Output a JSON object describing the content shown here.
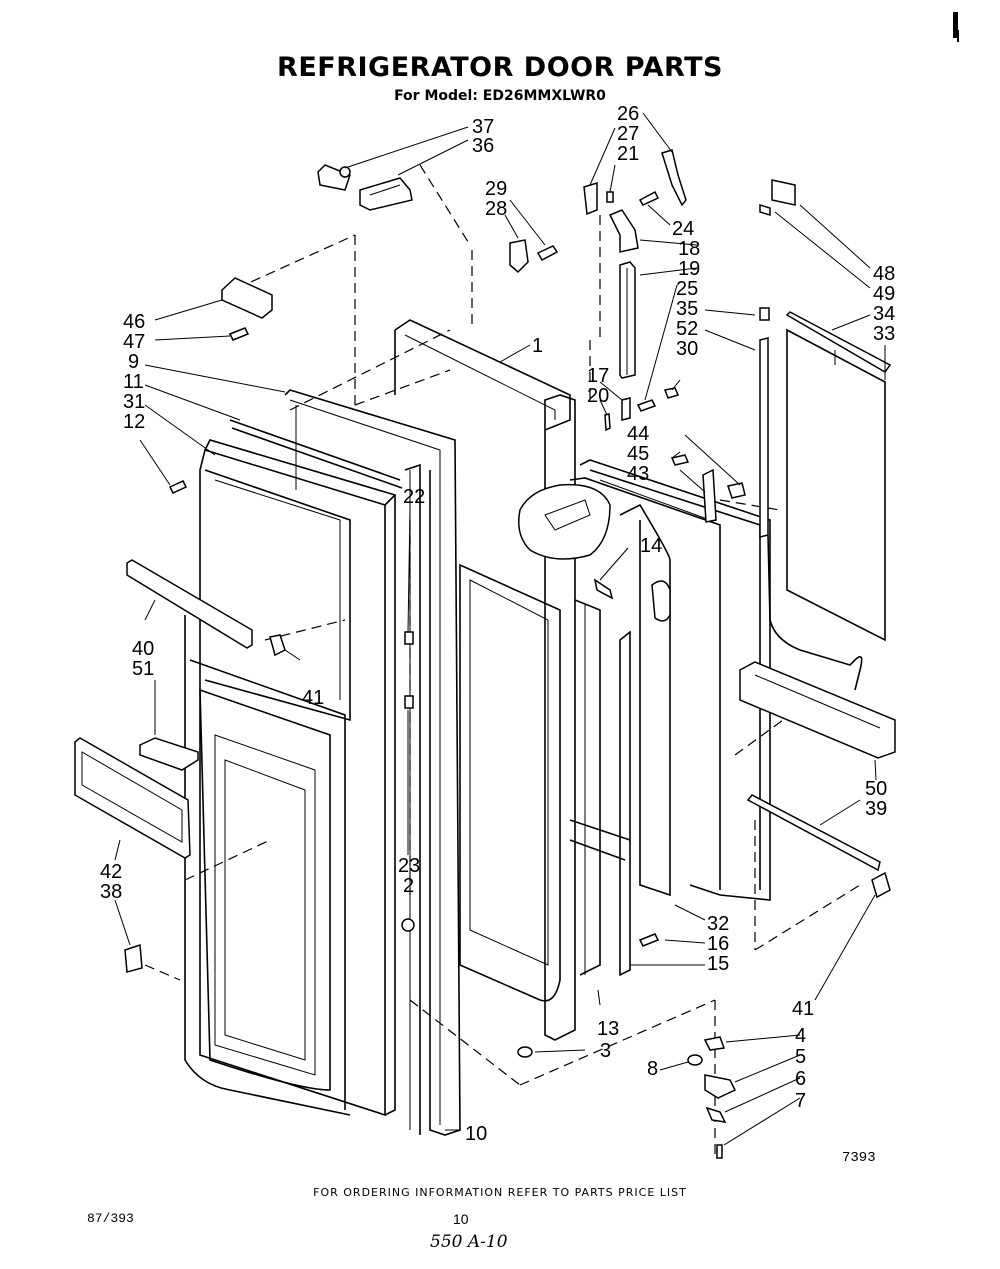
{
  "header": {
    "title": "REFRIGERATOR DOOR PARTS",
    "model_line": "For Model: ED26MMXLWR0"
  },
  "diagram": {
    "type": "exploded-parts-view",
    "callouts": [
      {
        "id": "c37",
        "text": "37"
      },
      {
        "id": "c36",
        "text": "36"
      },
      {
        "id": "c29",
        "text": "29"
      },
      {
        "id": "c28",
        "text": "28"
      },
      {
        "id": "c26",
        "text": "26"
      },
      {
        "id": "c27",
        "text": "27"
      },
      {
        "id": "c21",
        "text": "21"
      },
      {
        "id": "c24",
        "text": "24"
      },
      {
        "id": "c18",
        "text": "18"
      },
      {
        "id": "c19",
        "text": "19"
      },
      {
        "id": "c25",
        "text": "25"
      },
      {
        "id": "c35",
        "text": "35"
      },
      {
        "id": "c52",
        "text": "52"
      },
      {
        "id": "c30",
        "text": "30"
      },
      {
        "id": "c48",
        "text": "48"
      },
      {
        "id": "c49",
        "text": "49"
      },
      {
        "id": "c34",
        "text": "34"
      },
      {
        "id": "c33",
        "text": "33"
      },
      {
        "id": "c46",
        "text": "46"
      },
      {
        "id": "c47",
        "text": "47"
      },
      {
        "id": "c1",
        "text": "1"
      },
      {
        "id": "c9",
        "text": "9"
      },
      {
        "id": "c11",
        "text": "11"
      },
      {
        "id": "c31",
        "text": "31"
      },
      {
        "id": "c12",
        "text": "12"
      },
      {
        "id": "c17",
        "text": "17"
      },
      {
        "id": "c20",
        "text": "20"
      },
      {
        "id": "c44",
        "text": "44"
      },
      {
        "id": "c45",
        "text": "45"
      },
      {
        "id": "c43",
        "text": "43"
      },
      {
        "id": "c22",
        "text": "22"
      },
      {
        "id": "c14",
        "text": "14"
      },
      {
        "id": "c40",
        "text": "40"
      },
      {
        "id": "c51",
        "text": "51"
      },
      {
        "id": "c41a",
        "text": "41"
      },
      {
        "id": "c50",
        "text": "50"
      },
      {
        "id": "c39",
        "text": "39"
      },
      {
        "id": "c42",
        "text": "42"
      },
      {
        "id": "c38",
        "text": "38"
      },
      {
        "id": "c23",
        "text": "23"
      },
      {
        "id": "c2",
        "text": "2"
      },
      {
        "id": "c32",
        "text": "32"
      },
      {
        "id": "c16",
        "text": "16"
      },
      {
        "id": "c15",
        "text": "15"
      },
      {
        "id": "c41b",
        "text": "41"
      },
      {
        "id": "c13",
        "text": "13"
      },
      {
        "id": "c3",
        "text": "3"
      },
      {
        "id": "c4",
        "text": "4"
      },
      {
        "id": "c8",
        "text": "8"
      },
      {
        "id": "c5",
        "text": "5"
      },
      {
        "id": "c6",
        "text": "6"
      },
      {
        "id": "c7",
        "text": "7"
      },
      {
        "id": "c10",
        "text": "10"
      }
    ],
    "figure_number": "7393"
  },
  "footer": {
    "ordering_note": "FOR ORDERING INFORMATION REFER TO PARTS PRICE LIST",
    "document_number": "87/393",
    "page_number": "10",
    "handwritten_note": "550 A-10"
  }
}
